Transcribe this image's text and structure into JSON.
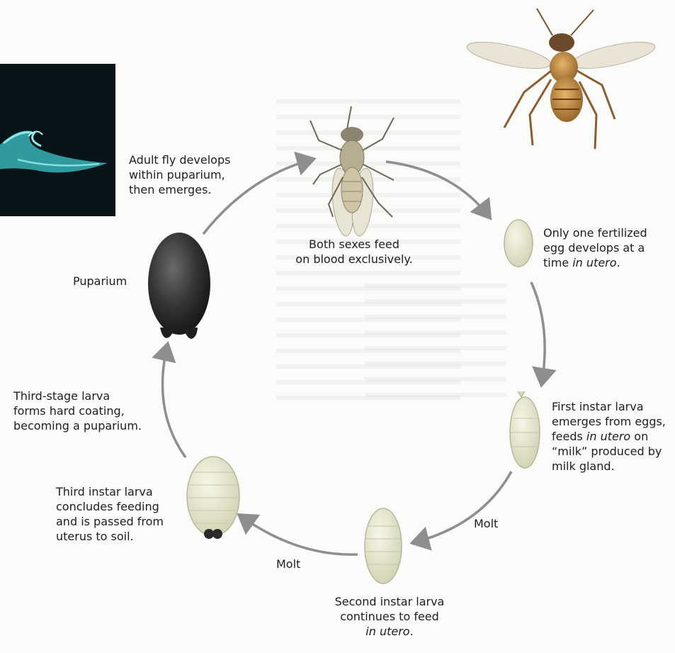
{
  "diagram": {
    "stages": {
      "adult": {
        "label_lines": [
          "Both sexes feed",
          "on blood exclusively."
        ]
      },
      "egg": {
        "label_lines": [
          "Only one fertilized",
          "egg develops at a"
        ],
        "line3_prefix": "time ",
        "line3_italic": "in utero",
        "line3_suffix": "."
      },
      "first_instar": {
        "line1": "First instar larva",
        "line2": "emerges from eggs,",
        "line3_prefix": "feeds ",
        "line3_italic": "in utero",
        "line3_suffix": " on",
        "line4": "“milk” produced by",
        "line5": "milk gland."
      },
      "second_instar": {
        "label_lines": [
          "Second instar larva",
          "continues to feed"
        ],
        "line3_italic": "in utero",
        "line3_suffix": "."
      },
      "third_instar": {
        "label_lines": [
          "Third instar larva",
          "concludes feeding",
          "and is passed from",
          "uterus to soil."
        ]
      },
      "third_stage": {
        "label_lines": [
          "Third-stage larva",
          "forms hard coating,",
          "becoming a puparium."
        ]
      },
      "puparium": {
        "label": "Puparium"
      },
      "emergence": {
        "label_lines": [
          "Adult fly develops",
          "within puparium,",
          "then emerges."
        ]
      }
    },
    "transitions": {
      "molt_1": "Molt",
      "molt_2": "Molt"
    },
    "colors": {
      "arrow": "#8e8e8e",
      "larva_fill": "#e3e3c8",
      "larva_stroke": "#b7b79c",
      "puparium_dark": "#2a2a2a",
      "thumb_bg": "#071418",
      "parasite": "#4fc8c8"
    }
  }
}
